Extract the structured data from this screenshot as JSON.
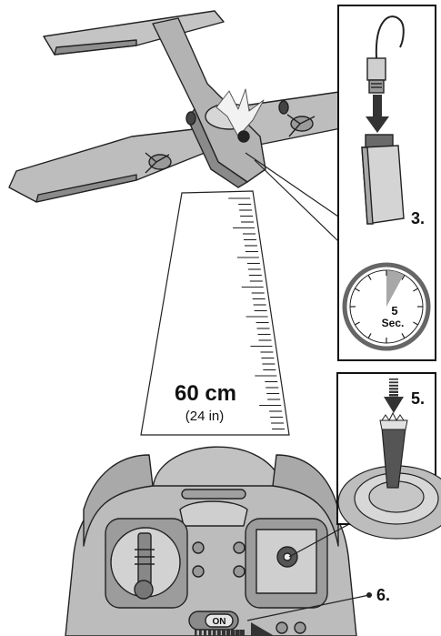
{
  "steps": {
    "step3": "3.",
    "step5": "5.",
    "step6": "6."
  },
  "distance": {
    "metric": "60 cm",
    "imperial": "(24 in)"
  },
  "timer": {
    "value": "5",
    "unit": "Sec."
  },
  "switch_label": "ON",
  "icons": [
    "airplane-icon",
    "battery-icon",
    "connector-icon",
    "timer-icon",
    "transmitter-icon",
    "arrow-down-icon",
    "arrow-right-icon"
  ],
  "colors": {
    "body_fill": "#bfbfbf",
    "dark_fill": "#5a5a5a",
    "panel_border": "#111111",
    "timer_wedge": "#a8a8a8"
  }
}
